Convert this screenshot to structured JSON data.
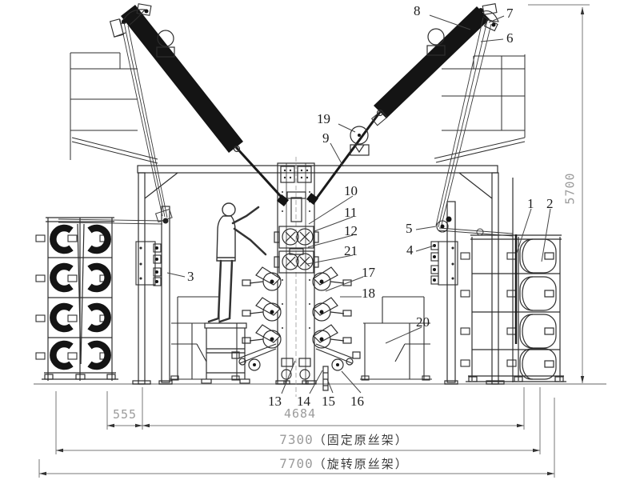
{
  "colors": {
    "line": "#2e2e2e",
    "black_fill": "#141414",
    "dim_gray": "#9b9b9b",
    "text_dark": "#3a3a3a",
    "background": "#ffffff"
  },
  "drawing": {
    "callouts": {
      "c1": "1",
      "c2": "2",
      "c3": "3",
      "c4": "4",
      "c5": "5",
      "c6": "6",
      "c7": "7",
      "c8": "8",
      "c9": "9",
      "c10": "10",
      "c11": "11",
      "c12": "12",
      "c13": "13",
      "c14": "14",
      "c15": "15",
      "c16": "16",
      "c17": "17",
      "c18": "18",
      "c19": "19",
      "c20": "20",
      "c21": "21"
    },
    "dimensions": {
      "gap": "555",
      "frame_width": "4684",
      "fixed_total": "7300",
      "fixed_note": "（固定原丝架）",
      "rotating_total": "7700",
      "rotating_note": "（旋转原丝架）",
      "height": "5700"
    }
  }
}
